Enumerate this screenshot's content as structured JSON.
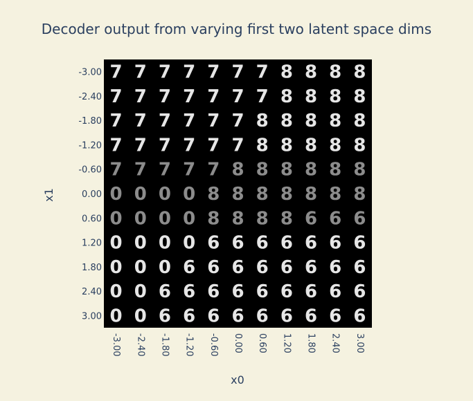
{
  "chart_data": {
    "type": "heatmap",
    "title": "Decoder output from varying first two latent space dims",
    "xlabel": "x0",
    "ylabel": "x1",
    "x_ticks": [
      "-3.00",
      "-2.40",
      "-1.80",
      "-1.20",
      "-0.60",
      "0.00",
      "0.60",
      "1.20",
      "1.80",
      "2.40",
      "3.00"
    ],
    "y_ticks": [
      "-3.00",
      "-2.40",
      "-1.80",
      "-1.20",
      "-0.60",
      "0.00",
      "0.60",
      "1.20",
      "1.80",
      "2.40",
      "3.00"
    ],
    "grid": false,
    "colormap": "grayscale",
    "digit_grid": [
      [
        "7",
        "7",
        "7",
        "7",
        "7",
        "7",
        "7",
        "8",
        "8",
        "8",
        "8"
      ],
      [
        "7",
        "7",
        "7",
        "7",
        "7",
        "7",
        "7",
        "8",
        "8",
        "8",
        "8"
      ],
      [
        "7",
        "7",
        "7",
        "7",
        "7",
        "7",
        "8",
        "8",
        "8",
        "8",
        "8"
      ],
      [
        "7",
        "7",
        "7",
        "7",
        "7",
        "7",
        "8",
        "8",
        "8",
        "8",
        "8"
      ],
      [
        "7",
        "7",
        "7",
        "7",
        "7",
        "8",
        "8",
        "8",
        "8",
        "8",
        "8"
      ],
      [
        "0",
        "0",
        "0",
        "0",
        "8",
        "8",
        "8",
        "8",
        "8",
        "8",
        "8"
      ],
      [
        "0",
        "0",
        "0",
        "0",
        "8",
        "8",
        "8",
        "8",
        "6",
        "6",
        "6"
      ],
      [
        "0",
        "0",
        "0",
        "0",
        "6",
        "6",
        "6",
        "6",
        "6",
        "6",
        "6"
      ],
      [
        "0",
        "0",
        "0",
        "6",
        "6",
        "6",
        "6",
        "6",
        "6",
        "6",
        "6"
      ],
      [
        "0",
        "0",
        "6",
        "6",
        "6",
        "6",
        "6",
        "6",
        "6",
        "6",
        "6"
      ],
      [
        "0",
        "0",
        "6",
        "6",
        "6",
        "6",
        "6",
        "6",
        "6",
        "6",
        "6"
      ]
    ]
  }
}
